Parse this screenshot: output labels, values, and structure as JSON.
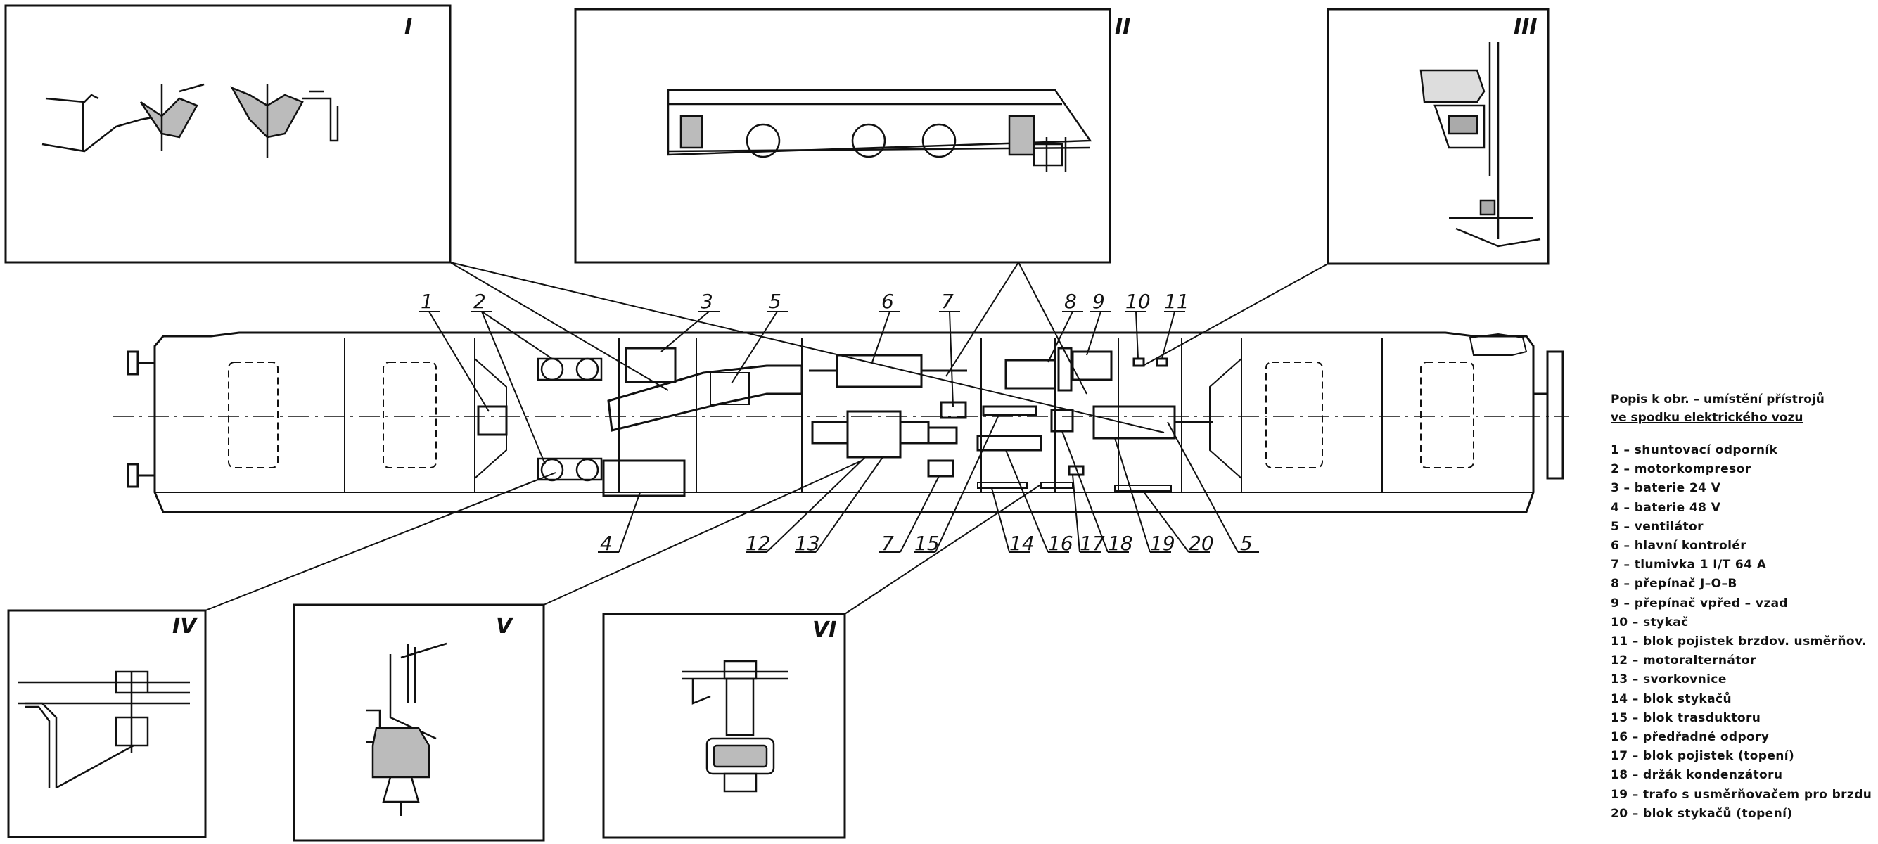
{
  "detail_labels": [
    "I",
    "II",
    "III",
    "IV",
    "V",
    "VI"
  ],
  "callouts": [
    "1",
    "2",
    "3",
    "5",
    "6",
    "7",
    "8",
    "9",
    "10",
    "11",
    "4",
    "12",
    "13",
    "7",
    "15",
    "14",
    "16",
    "17",
    "18",
    "19",
    "20",
    "5"
  ],
  "legend": {
    "title_line1": "Popis k obr. – umístění přístrojů",
    "title_line2": "ve spodku elektrického vozu",
    "items": [
      "1 – shuntovací odporník",
      "2 – motorkompresor",
      "3 – baterie 24 V",
      "4 – baterie 48 V",
      "5 – ventilátor",
      "6 – hlavní kontrolér",
      "7 – tlumivka 1 I/T 64 A",
      "8 – přepínač J–O–B",
      "9 – přepínač vpřed – vzad",
      "10 – stykač",
      "11 – blok pojistek brzdov. usměrňov.",
      "12 – motoralternátor",
      "13 – svorkovnice",
      "14 – blok stykačů",
      "15 – blok trasduktoru",
      "16 – předřadné odpory",
      "17 – blok pojistek (topení)",
      "18 – držák kondenzátoru",
      "19 – trafo s usměrňovačem pro brzdu",
      "20 – blok stykačů (topení)"
    ]
  }
}
